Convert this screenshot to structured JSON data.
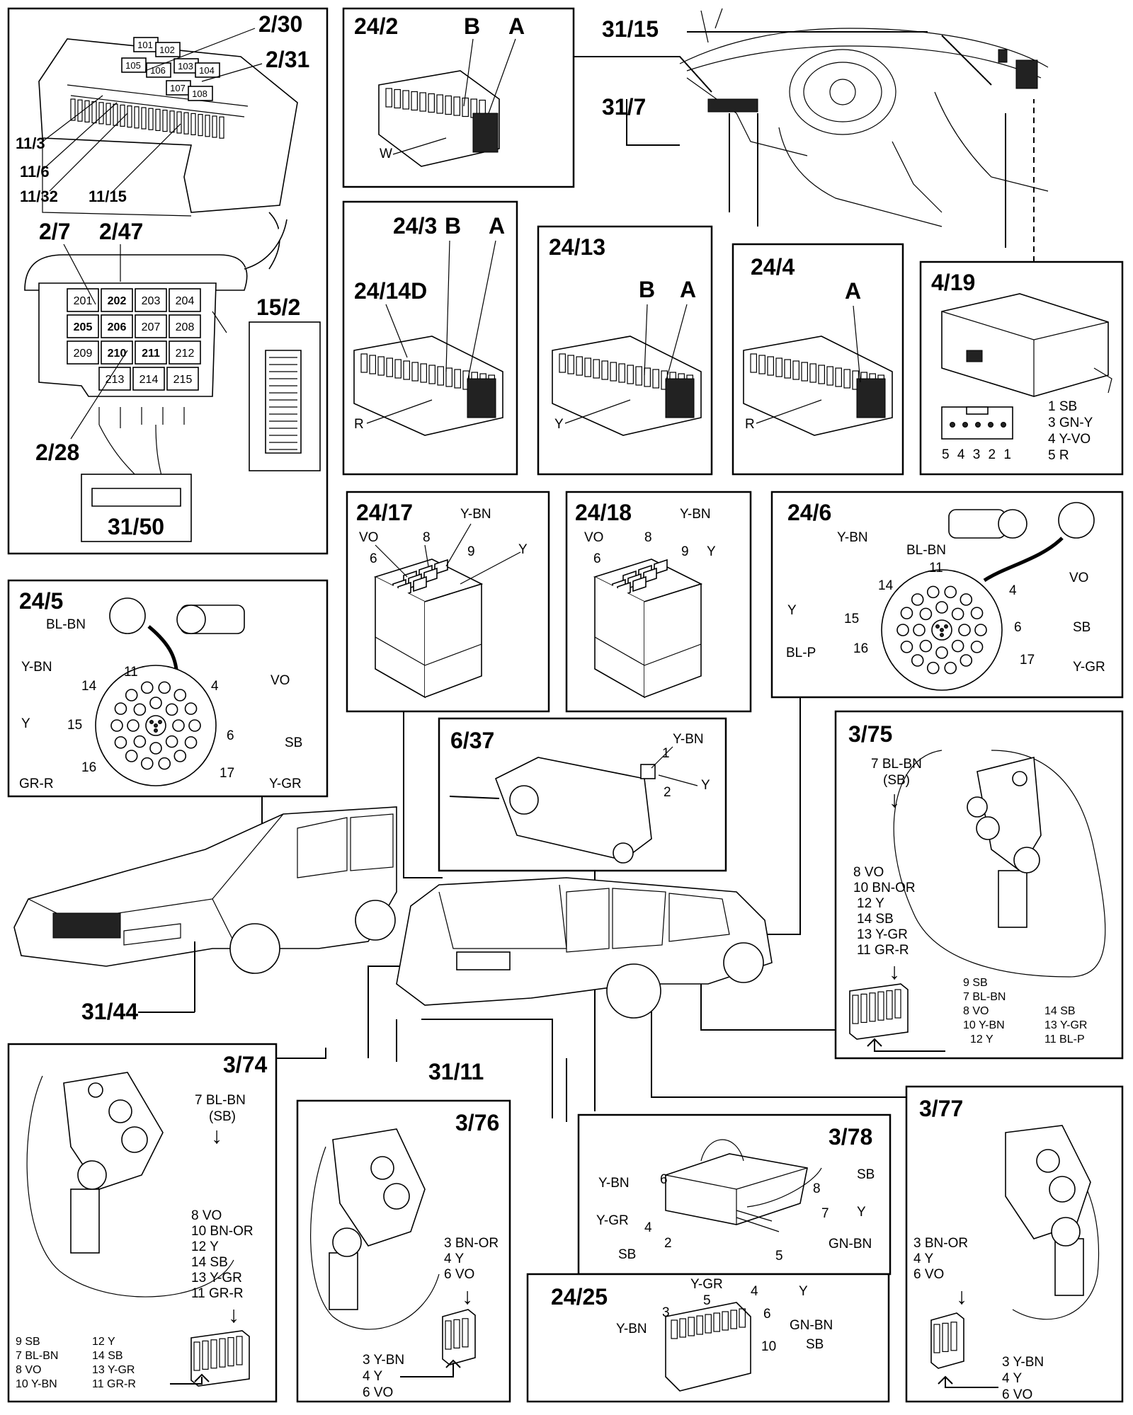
{
  "fuse_panel": {
    "callouts": [
      "2/30",
      "2/31",
      "11/3",
      "11/6",
      "11/32",
      "11/15",
      "2/7",
      "2/47",
      "2/28",
      "15/2",
      "31/50"
    ],
    "upper_fuses": [
      "101",
      "102",
      "105",
      "106",
      "103",
      "104",
      "107",
      "108"
    ],
    "lower_relays": [
      "201",
      "202",
      "203",
      "204",
      "205",
      "206",
      "207",
      "208",
      "209",
      "210",
      "211",
      "212",
      "213",
      "214",
      "215"
    ]
  },
  "connectors": {
    "c24_2": {
      "title": "24/2",
      "b": "B",
      "a": "A",
      "color": "W"
    },
    "c24_3": {
      "title": "24/3",
      "b": "B",
      "a": "A",
      "sub": "24/14D",
      "color": "R"
    },
    "c24_13": {
      "title": "24/13",
      "b": "B",
      "a": "A",
      "color": "Y"
    },
    "c24_4": {
      "title": "24/4",
      "a": "A",
      "color": "R"
    },
    "c4_19": {
      "title": "4/19",
      "pins": "5 4 3 2 1",
      "wires": [
        "1 SB",
        "3 GN-Y",
        "4 Y-VO",
        "5 R"
      ]
    },
    "c24_17": {
      "title": "24/17",
      "labels": [
        "VO",
        "8",
        "Y-BN",
        "6",
        "9",
        "Y"
      ]
    },
    "c24_18": {
      "title": "24/18",
      "labels": [
        "VO",
        "8",
        "Y-BN",
        "6",
        "9",
        "Y"
      ]
    },
    "c24_6": {
      "title": "24/6",
      "labels": [
        "Y-BN",
        "BL-BN",
        "11",
        "14",
        "4",
        "VO",
        "Y",
        "15",
        "6",
        "SB",
        "BL-P",
        "16",
        "17",
        "Y-GR"
      ]
    },
    "c24_5": {
      "title": "24/5",
      "labels": [
        "BL-BN",
        "11",
        "Y-BN",
        "14",
        "4",
        "VO",
        "Y",
        "15",
        "6",
        "SB",
        "16",
        "GR-R",
        "17",
        "Y-GR"
      ]
    },
    "c6_37": {
      "title": "6/37",
      "labels": [
        "Y-BN",
        "1",
        "Y",
        "2"
      ]
    }
  },
  "dashboard": {
    "callouts": [
      "31/15",
      "31/7"
    ]
  },
  "car_callouts": [
    "31/44",
    "31/11"
  ],
  "locks": {
    "l3_75": {
      "title": "3/75",
      "wires": [
        "7 BL-BN",
        "(SB)",
        "8 VO",
        "10 BN-OR",
        "12 Y",
        "14 SB",
        "13 Y-GR",
        "11 GR-R"
      ],
      "pin_left": [
        "9 SB",
        "7 BL-BN",
        "8 VO",
        "10 Y-BN",
        "12 Y"
      ],
      "pin_right": [
        "14 SB",
        "13 Y-GR",
        "11 BL-P"
      ]
    },
    "l3_74": {
      "title": "3/74",
      "wires": [
        "7 BL-BN",
        "(SB)",
        "8 VO",
        "10 BN-OR",
        "12 Y",
        "14 SB",
        "13 Y-GR",
        "11 GR-R"
      ],
      "pin_left": [
        "9 SB",
        "7 BL-BN",
        "8 VO",
        "10 Y-BN"
      ],
      "pin_right": [
        "12 Y",
        "14 SB",
        "13 Y-GR",
        "11 GR-R"
      ]
    },
    "l3_76": {
      "title": "3/76",
      "wires": [
        "3 BN-OR",
        "4 Y",
        "6 VO"
      ],
      "pins": [
        "3 Y-BN",
        "4 Y",
        "6 VO"
      ]
    },
    "l3_77": {
      "title": "3/77",
      "wires": [
        "3 BN-OR",
        "4 Y",
        "6 VO"
      ],
      "pins": [
        "3 Y-BN",
        "4 Y",
        "6 VO"
      ]
    }
  },
  "c3_78": {
    "title": "3/78",
    "labels": [
      "Y-BN",
      "6",
      "Y-GR",
      "4",
      "SB",
      "8",
      "7",
      "Y",
      "SB",
      "2",
      "5",
      "GN-BN"
    ]
  },
  "c24_25": {
    "title": "24/25",
    "labels": [
      "Y-GR",
      "5",
      "4",
      "Y",
      "3",
      "Y-BN",
      "6",
      "GN-BN",
      "10",
      "SB"
    ]
  }
}
